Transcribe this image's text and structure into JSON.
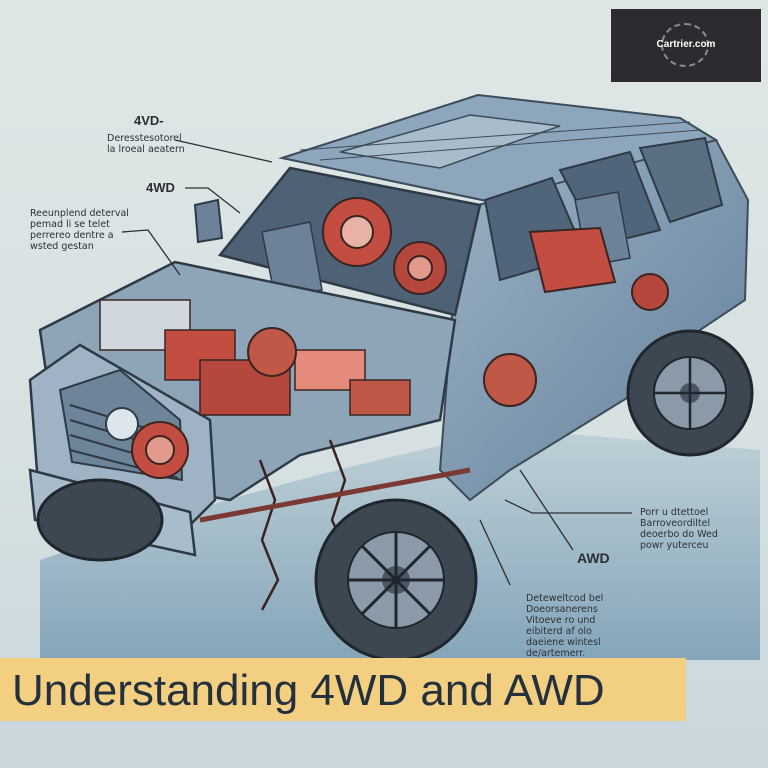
{
  "logo": {
    "text": "Cartrier.com"
  },
  "labels": {
    "fourwd_top_title": "4VD-",
    "fourwd_top_desc": [
      "Deresstesotorel",
      "la lroeal aeatern"
    ],
    "fourwd_mid": "4WD",
    "left_desc": [
      "Reeunplend deterval",
      "pemad li se telet",
      "perrereo dentre a",
      "wsted gestan"
    ],
    "right_desc": [
      "Porr u dtettoel",
      "Barroveordiltel",
      "deoerbo do Wed",
      "powr yuterceu"
    ],
    "awd": "AWD",
    "bottom_desc": [
      "Deteweltcod bel",
      "Doeorsanerens",
      "Vitoeve ro und",
      "eibiterd af olo",
      "daeiene wintesl",
      "de/artemerr."
    ]
  },
  "title": "Understanding 4WD and AWD",
  "colors": {
    "background": "#dfe7e6",
    "title_banner": "#f3cf82",
    "title_text": "#24313c",
    "logo_bg": "#2e2b30",
    "body_paint": "#7f99b0",
    "component": "#b5473d"
  }
}
